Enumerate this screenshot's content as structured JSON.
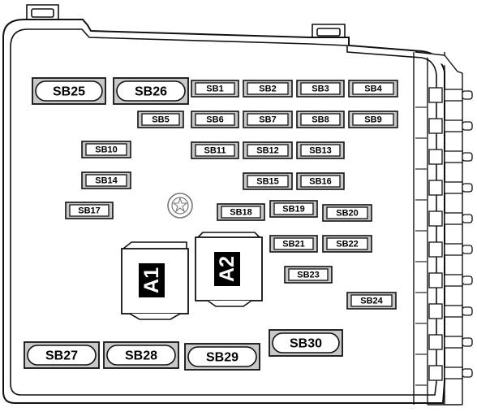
{
  "fuse_box": {
    "large_fuses": [
      {
        "id": "sb25",
        "label": "SB25"
      },
      {
        "id": "sb26",
        "label": "SB26"
      },
      {
        "id": "sb27",
        "label": "SB27"
      },
      {
        "id": "sb28",
        "label": "SB28"
      },
      {
        "id": "sb29",
        "label": "SB29"
      },
      {
        "id": "sb30",
        "label": "SB30"
      }
    ],
    "small_fuses": [
      {
        "id": "sb1",
        "label": "SB1"
      },
      {
        "id": "sb2",
        "label": "SB2"
      },
      {
        "id": "sb3",
        "label": "SB3"
      },
      {
        "id": "sb4",
        "label": "SB4"
      },
      {
        "id": "sb5",
        "label": "SB5"
      },
      {
        "id": "sb6",
        "label": "SB6"
      },
      {
        "id": "sb7",
        "label": "SB7"
      },
      {
        "id": "sb8",
        "label": "SB8"
      },
      {
        "id": "sb9",
        "label": "SB9"
      },
      {
        "id": "sb10",
        "label": "SB10"
      },
      {
        "id": "sb11",
        "label": "SB11"
      },
      {
        "id": "sb12",
        "label": "SB12"
      },
      {
        "id": "sb13",
        "label": "SB13"
      },
      {
        "id": "sb14",
        "label": "SB14"
      },
      {
        "id": "sb15",
        "label": "SB15"
      },
      {
        "id": "sb16",
        "label": "SB16"
      },
      {
        "id": "sb17",
        "label": "SB17"
      },
      {
        "id": "sb18",
        "label": "SB18"
      },
      {
        "id": "sb19",
        "label": "SB19"
      },
      {
        "id": "sb20",
        "label": "SB20"
      },
      {
        "id": "sb21",
        "label": "SB21"
      },
      {
        "id": "sb22",
        "label": "SB22"
      },
      {
        "id": "sb23",
        "label": "SB23"
      },
      {
        "id": "sb24",
        "label": "SB24"
      }
    ],
    "relays": [
      {
        "id": "a1",
        "label": "A1"
      },
      {
        "id": "a2",
        "label": "A2"
      }
    ]
  }
}
